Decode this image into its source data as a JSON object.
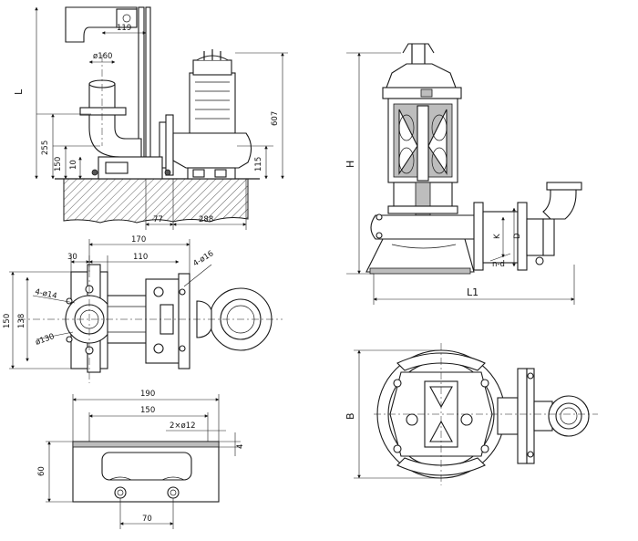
{
  "front_view": {
    "dim_L": "L",
    "dim_119": "119",
    "dim_phi160": "ø160",
    "dim_255": "255",
    "dim_150": "150",
    "dim_10": "10",
    "dim_607": "607",
    "dim_115": "115",
    "dim_77": "77",
    "dim_288": "288"
  },
  "plan_view": {
    "dim_170": "170",
    "dim_30": "30",
    "dim_110": "110",
    "dim_4phi16": "4-ø16",
    "dim_4phi14": "4-ø14",
    "dim_150": "150",
    "dim_138": "138",
    "dim_phi130": "ø130"
  },
  "base_view": {
    "dim_190": "190",
    "dim_150": "150",
    "dim_2phi12": "2×ø12",
    "dim_60": "60",
    "dim_4": "4",
    "dim_70": "70"
  },
  "pump_side": {
    "dim_H": "H",
    "dim_L1": "L1",
    "dim_K": "K",
    "dim_D": "D",
    "dim_nd": "n-d"
  },
  "pump_top": {
    "dim_B": "B"
  }
}
